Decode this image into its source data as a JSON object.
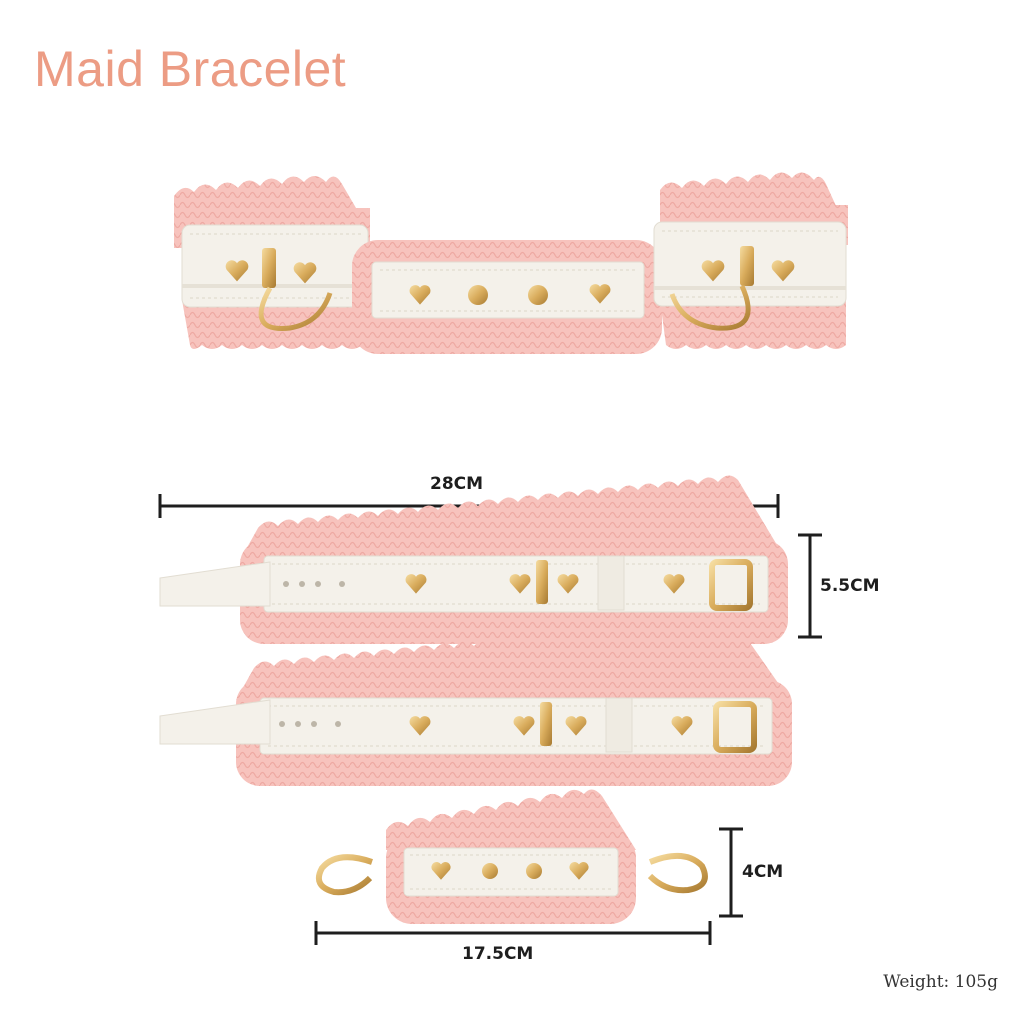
{
  "product": {
    "title": "Maid Bracelet",
    "weight_text": "Weight: 105g"
  },
  "dimensions": {
    "cuff_length": "28CM",
    "cuff_width": "5.5CM",
    "link_width": "4CM",
    "link_length": "17.5CM"
  },
  "colors": {
    "title": "#ec9c84",
    "ruffle": "#f7c3bd",
    "ruffle_shade": "#eea9a2",
    "leather": "#f4f1ea",
    "gold": "#d9ac5c"
  },
  "icons": [
    "heart-rivet-icon",
    "round-rivet-icon",
    "buckle-icon",
    "snap-hook-icon"
  ]
}
